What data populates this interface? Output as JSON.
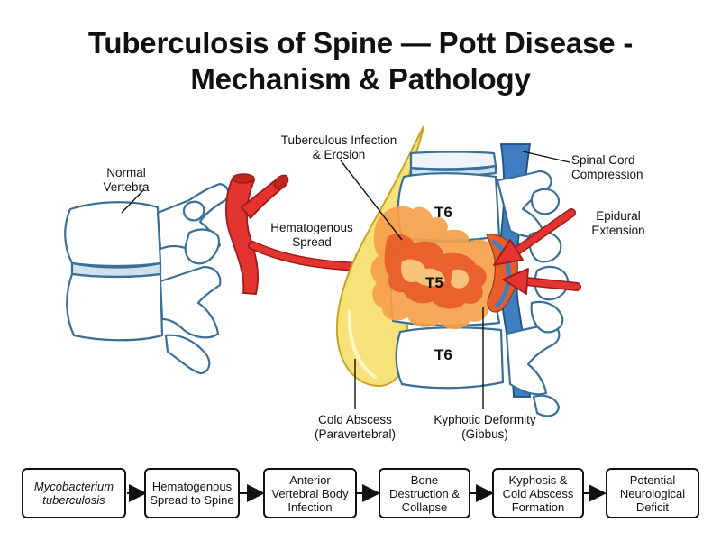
{
  "title": {
    "line1": "Tuberculosis of Spine — Pott Disease -",
    "line2": "Mechanism & Pathology"
  },
  "labels": {
    "normal_vertebra": "Normal\nVertebra",
    "hematogenous_spread": "Hematogenous\nSpread",
    "tb_infection": "Tuberculous Infection\n& Erosion",
    "spinal_cord": "Spinal Cord\nCompression",
    "epidural": "Epidural\nExtension",
    "cold_abscess": "Cold Abscess\n(Paravertebral)",
    "kyphotic": "Kyphotic Deformity\n(Gibbus)"
  },
  "vertebra_labels": {
    "upper": "T6",
    "middle": "T5",
    "lower": "T6"
  },
  "flow": [
    {
      "line1": "Mycobacterium",
      "line2": "tuberculosis",
      "italic": true
    },
    {
      "line1": "Hematogenous",
      "line2": "Spread to Spine"
    },
    {
      "line1": "Anterior",
      "line2": "Vertebral Body",
      "line3": "Infection"
    },
    {
      "line1": "Bone",
      "line2": "Destruction &",
      "line3": "Collapse"
    },
    {
      "line1": "Kyphosis &",
      "line2": "Cold Abscess",
      "line3": "Formation"
    },
    {
      "line1": "Potential",
      "line2": "Neurological",
      "line3": "Deficit"
    }
  ],
  "colors": {
    "vertebra_outline": "#3a6f98",
    "vessel_red": "#e3342f",
    "abscess_yellow": "#f7e27a",
    "infection_orange": "#f08a3c",
    "cord_blue": "#3f7fc1"
  }
}
